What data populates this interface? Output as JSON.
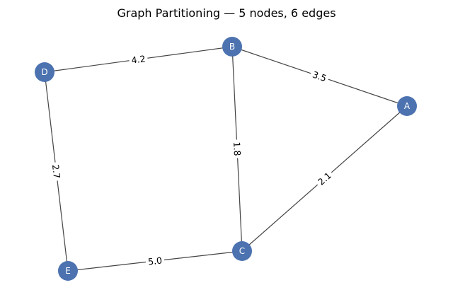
{
  "title": "Graph Partitioning — 5 nodes, 6 edges",
  "colors": {
    "node_fill": "#4c72b0",
    "edge": "#444444",
    "node_text": "#ffffff",
    "background": "#ffffff"
  },
  "nodes": [
    {
      "id": "A",
      "label": "A"
    },
    {
      "id": "B",
      "label": "B"
    },
    {
      "id": "C",
      "label": "C"
    },
    {
      "id": "D",
      "label": "D"
    },
    {
      "id": "E",
      "label": "E"
    }
  ],
  "edges": [
    {
      "source": "D",
      "target": "B",
      "weight": "4.2"
    },
    {
      "source": "B",
      "target": "A",
      "weight": "3.5"
    },
    {
      "source": "B",
      "target": "C",
      "weight": "1.8"
    },
    {
      "source": "A",
      "target": "C",
      "weight": "2.1"
    },
    {
      "source": "D",
      "target": "E",
      "weight": "2.7"
    },
    {
      "source": "E",
      "target": "C",
      "weight": "5.0"
    }
  ]
}
